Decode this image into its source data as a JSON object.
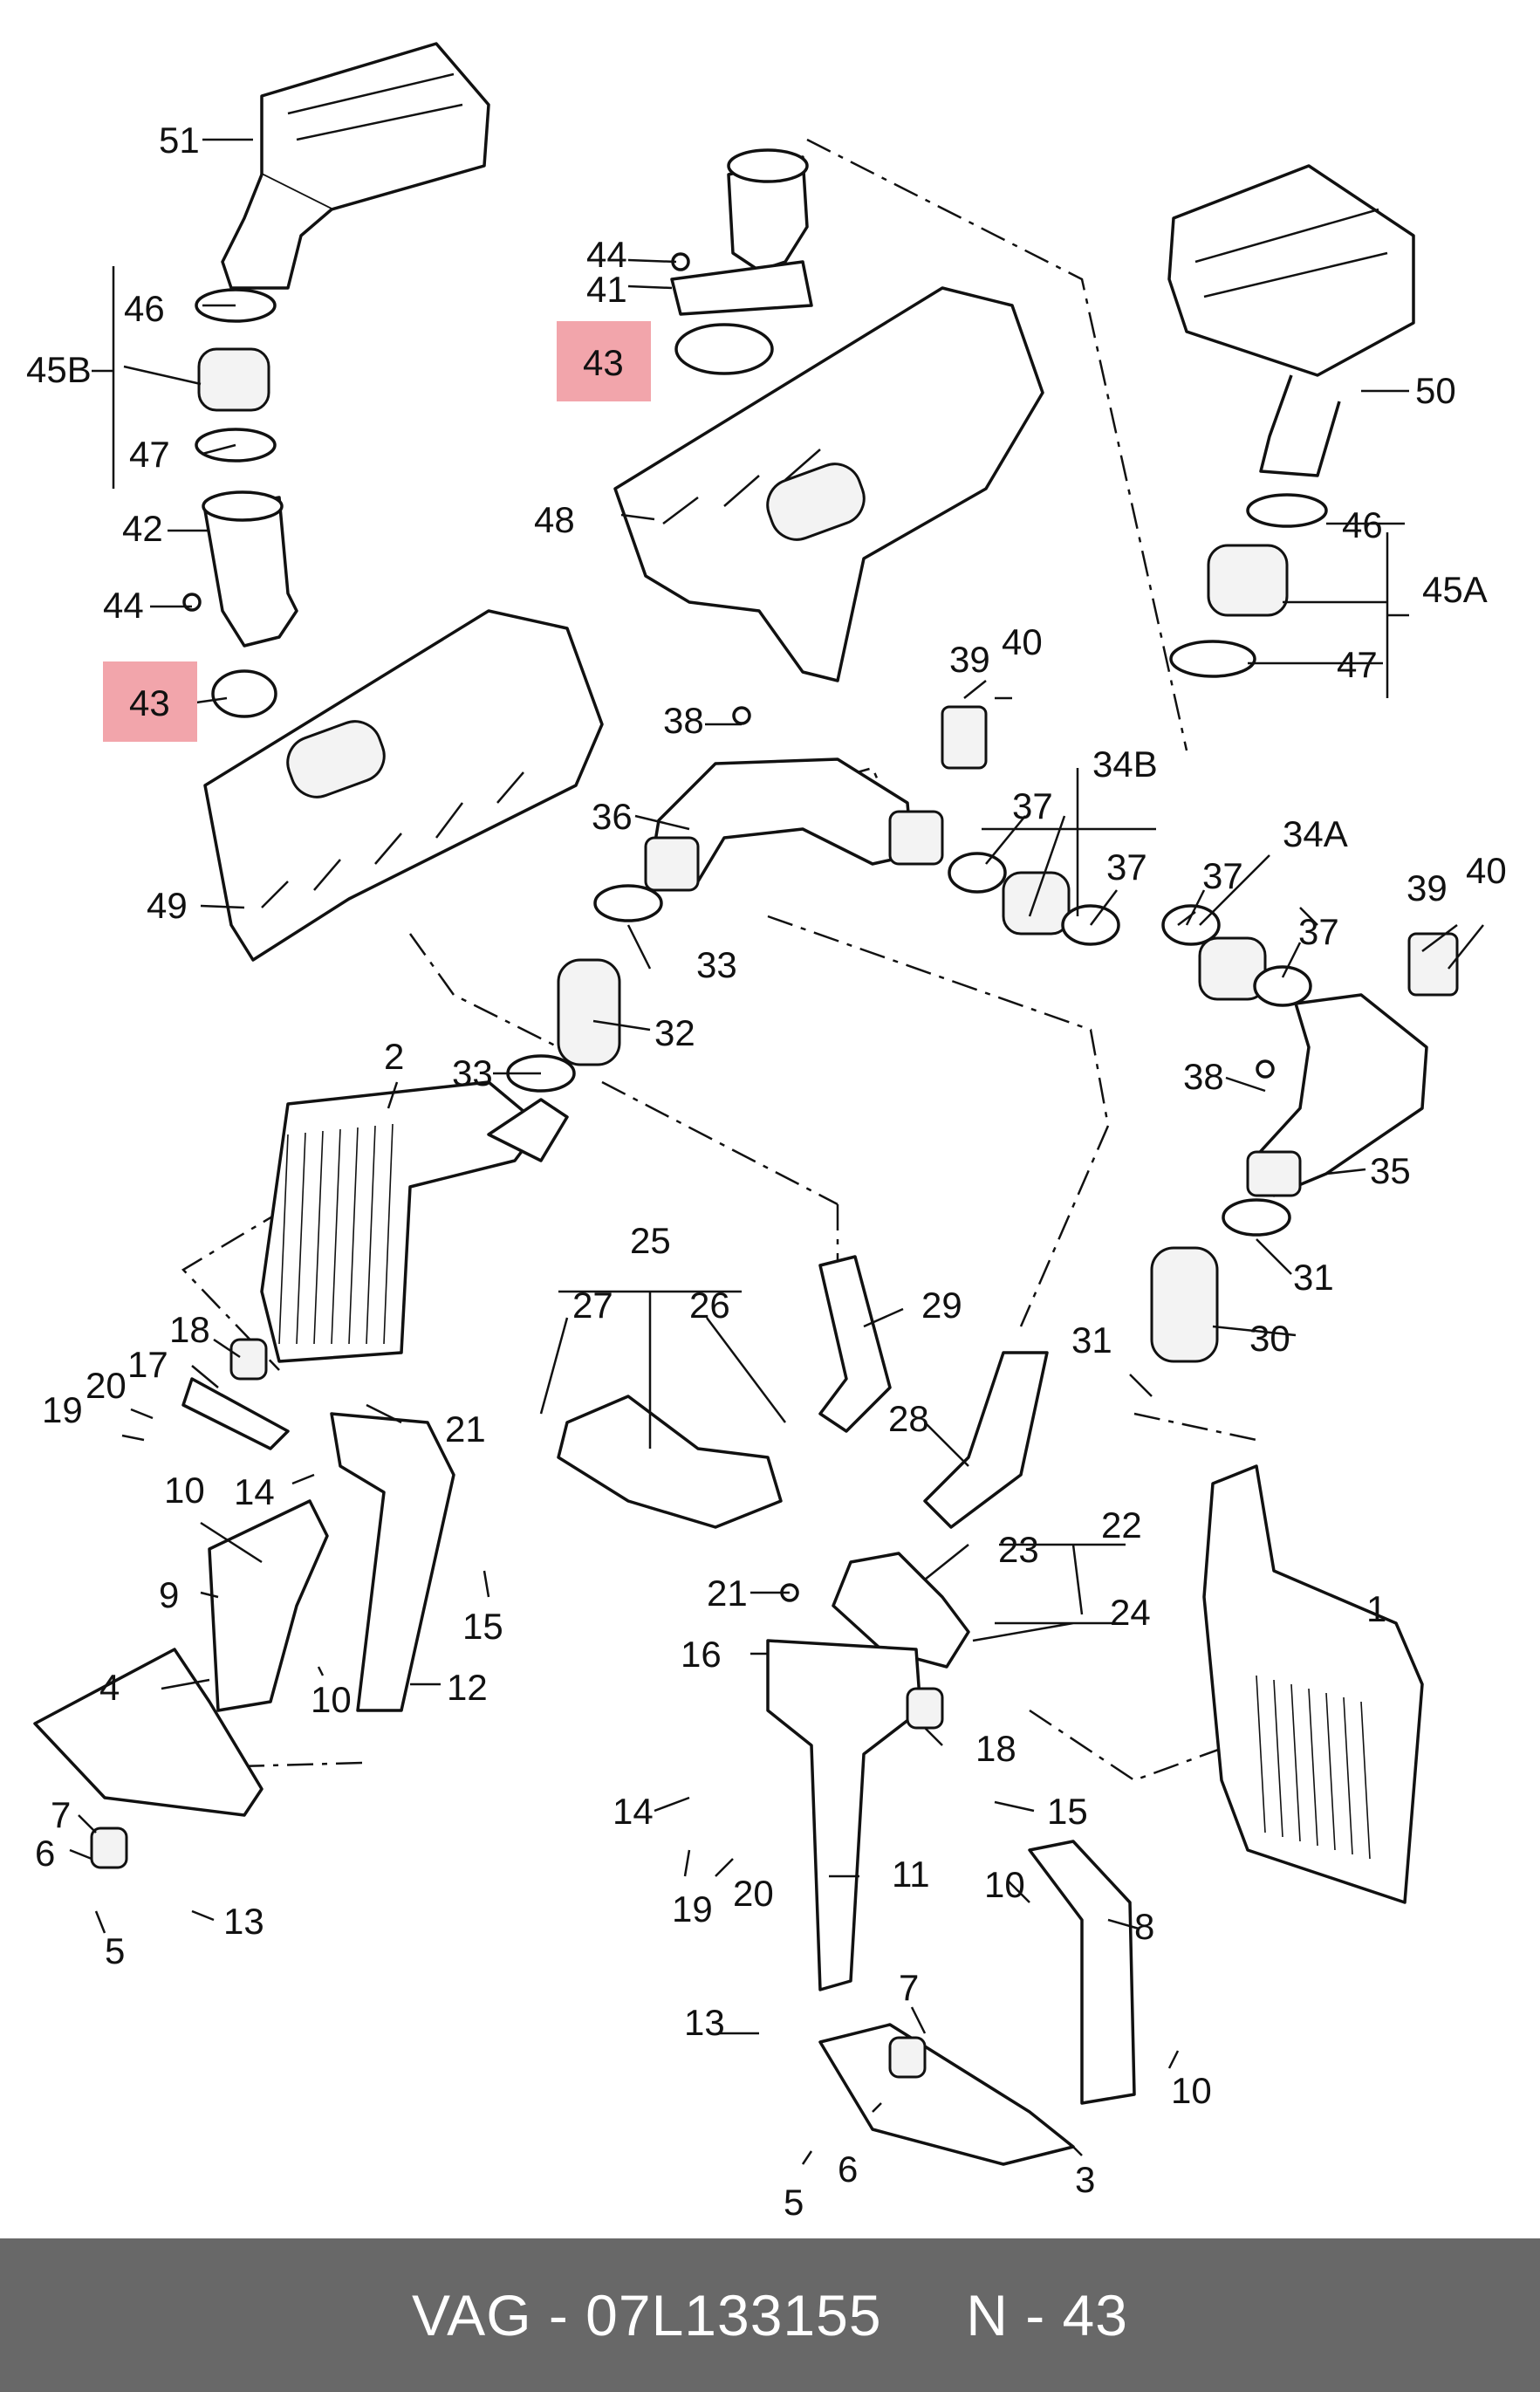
{
  "footer": {
    "text": "VAG - 07L133155     N - 43"
  },
  "colors": {
    "highlight": "#f2a5ab",
    "footer_bg": "#686868",
    "footer_text": "#ffffff"
  },
  "labels": {
    "l51": "51",
    "l46a": "46",
    "l45b": "45B",
    "l47a": "47",
    "l42": "42",
    "l44a": "44",
    "l43a": "43",
    "l49": "49",
    "l44b": "44",
    "l41": "41",
    "l43b": "43",
    "l48": "48",
    "l50": "50",
    "l46b": "46",
    "l45a": "45A",
    "l47b": "47",
    "l39a": "39",
    "l40a": "40",
    "l38a": "38",
    "l36": "36",
    "l37a": "37",
    "l34b": "34B",
    "l37b": "37",
    "l34a": "34A",
    "l37c": "37",
    "l37d": "37",
    "l39b": "39",
    "l40b": "40",
    "l33a": "33",
    "l32": "32",
    "l33b": "33",
    "l2": "2",
    "l38b": "38",
    "l35": "35",
    "l31a": "31",
    "l30": "30",
    "l31b": "31",
    "l25": "25",
    "l27": "27",
    "l26": "26",
    "l29": "29",
    "l18a": "18",
    "l17": "17",
    "l20a": "20",
    "l19a": "19",
    "l21a": "21",
    "l14a": "14",
    "l10a": "10",
    "l15a": "15",
    "l9": "9",
    "l10b": "10",
    "l4": "4",
    "l12": "12",
    "l7a": "7",
    "l6a": "6",
    "l5a": "5",
    "l13a": "13",
    "l28": "28",
    "l23": "23",
    "l22": "22",
    "l24": "24",
    "l21b": "21",
    "l16": "16",
    "l18b": "18",
    "l1": "1",
    "l14b": "14",
    "l15b": "15",
    "l19b": "19",
    "l20b": "20",
    "l11": "11",
    "l10c": "10",
    "l8": "8",
    "l13b": "13",
    "l7b": "7",
    "l10d": "10",
    "l6b": "6",
    "l5b": "5",
    "l3": "3"
  }
}
